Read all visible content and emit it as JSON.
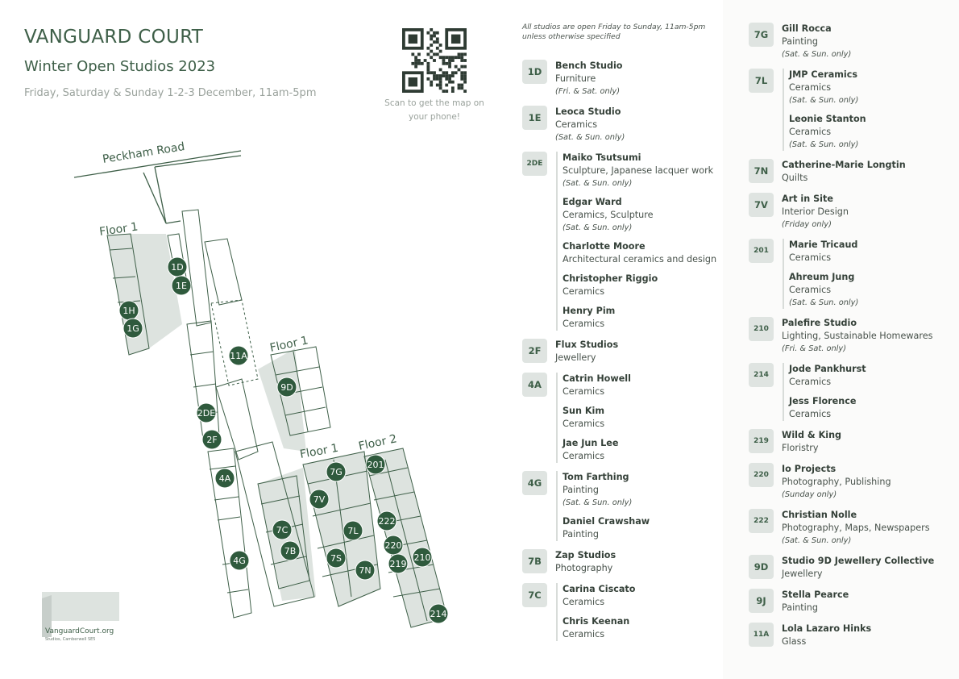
{
  "header": {
    "title": "VANGUARD COURT",
    "subtitle": "Winter Open Studios 2023",
    "dates": "Friday, Saturday & Sunday 1-2-3  December, 11am-5pm",
    "qr_caption": "Scan to get the map on your phone!"
  },
  "map": {
    "road_label": "Peckham Road",
    "floor_labels": [
      "Floor 1",
      "Floor 1",
      "Floor 1",
      "Floor 2"
    ],
    "pins": [
      "1D",
      "1E",
      "1H",
      "1G",
      "11A",
      "9D",
      "2DE",
      "2F",
      "4A",
      "4G",
      "7G",
      "7V",
      "7C",
      "7L",
      "7B",
      "7S",
      "7N",
      "201",
      "222",
      "220",
      "219",
      "210",
      "214"
    ],
    "logo_text": "VanguardCourt.org",
    "logo_subtext": "Studios, Camberwell SE5"
  },
  "listing": {
    "note": "All studios are open Friday to Sunday, 11am-5pm\nunless otherwise specified",
    "columns": [
      [
        {
          "code": "1D",
          "entries": [
            {
              "name": "Bench Studio",
              "desc": "Furniture",
              "avail": "(Fri. & Sat. only)"
            }
          ]
        },
        {
          "code": "1E",
          "entries": [
            {
              "name": "Leoca Studio",
              "desc": "Ceramics",
              "avail": "(Sat. & Sun. only)"
            }
          ]
        },
        {
          "code": "2DE",
          "entries": [
            {
              "name": "Maiko Tsutsumi",
              "desc": "Sculpture, Japanese lacquer work",
              "avail": "(Sat. & Sun. only)"
            },
            {
              "name": "Edgar Ward",
              "desc": "Ceramics, Sculpture",
              "avail": "(Sat. & Sun. only)"
            },
            {
              "name": "Charlotte Moore",
              "desc": "Architectural ceramics and design",
              "avail": ""
            },
            {
              "name": "Christopher Riggio",
              "desc": "Ceramics",
              "avail": ""
            },
            {
              "name": "Henry Pim",
              "desc": "Ceramics",
              "avail": ""
            }
          ]
        },
        {
          "code": "2F",
          "entries": [
            {
              "name": "Flux Studios",
              "desc": "Jewellery",
              "avail": ""
            }
          ]
        },
        {
          "code": "4A",
          "entries": [
            {
              "name": "Catrin Howell",
              "desc": "Ceramics",
              "avail": ""
            },
            {
              "name": "Sun Kim",
              "desc": "Ceramics",
              "avail": ""
            },
            {
              "name": "Jae Jun Lee",
              "desc": "Ceramics",
              "avail": ""
            }
          ]
        },
        {
          "code": "4G",
          "entries": [
            {
              "name": "Tom Farthing",
              "desc": "Painting",
              "avail": "(Sat. & Sun. only)"
            },
            {
              "name": "Daniel Crawshaw",
              "desc": "Painting",
              "avail": ""
            }
          ]
        },
        {
          "code": "7B",
          "entries": [
            {
              "name": "Zap Studios",
              "desc": "Photography",
              "avail": ""
            }
          ]
        },
        {
          "code": "7C",
          "entries": [
            {
              "name": "Carina Ciscato",
              "desc": "Ceramics",
              "avail": ""
            },
            {
              "name": "Chris Keenan",
              "desc": "Ceramics",
              "avail": ""
            }
          ]
        }
      ],
      [
        {
          "code": "7G",
          "entries": [
            {
              "name": "Gill Rocca",
              "desc": "Painting",
              "avail": "(Sat. & Sun. only)"
            }
          ]
        },
        {
          "code": "7L",
          "entries": [
            {
              "name": "JMP Ceramics",
              "desc": "Ceramics",
              "avail": "(Sat. & Sun. only)"
            },
            {
              "name": "Leonie Stanton",
              "desc": "Ceramics",
              "avail": "(Sat. & Sun. only)"
            }
          ]
        },
        {
          "code": "7N",
          "entries": [
            {
              "name": "Catherine-Marie Longtin",
              "desc": "Quilts",
              "avail": ""
            }
          ]
        },
        {
          "code": "7V",
          "entries": [
            {
              "name": "Art in Site",
              "desc": "Interior Design",
              "avail": "(Friday only)"
            }
          ]
        },
        {
          "code": "201",
          "entries": [
            {
              "name": "Marie Tricaud",
              "desc": "Ceramics",
              "avail": ""
            },
            {
              "name": "Ahreum Jung",
              "desc": "Ceramics",
              "avail": "(Sat. & Sun. only)"
            }
          ]
        },
        {
          "code": "210",
          "entries": [
            {
              "name": "Palefire Studio",
              "desc": "Lighting, Sustainable Homewares",
              "avail": "(Fri. & Sat. only)"
            }
          ]
        },
        {
          "code": "214",
          "entries": [
            {
              "name": "Jode Pankhurst",
              "desc": "Ceramics",
              "avail": ""
            },
            {
              "name": "Jess Florence",
              "desc": "Ceramics",
              "avail": ""
            }
          ]
        },
        {
          "code": "219",
          "entries": [
            {
              "name": "Wild & King",
              "desc": "Floristry",
              "avail": ""
            }
          ]
        },
        {
          "code": "220",
          "entries": [
            {
              "name": "Io Projects",
              "desc": "Photography, Publishing",
              "avail": "(Sunday only)"
            }
          ]
        },
        {
          "code": "222",
          "entries": [
            {
              "name": "Christian Nolle",
              "desc": "Photography, Maps, Newspapers",
              "avail": "(Sat. & Sun. only)"
            }
          ]
        },
        {
          "code": "9D",
          "entries": [
            {
              "name": "Studio 9D Jewellery Collective",
              "desc": "Jewellery",
              "avail": ""
            }
          ]
        },
        {
          "code": "9J",
          "entries": [
            {
              "name": "Stella Pearce",
              "desc": "Painting",
              "avail": ""
            }
          ]
        },
        {
          "code": "11A",
          "entries": [
            {
              "name": "Lola Lazaro Hinks",
              "desc": "Glass",
              "avail": ""
            }
          ]
        }
      ]
    ]
  },
  "colors": {
    "pin": "#2f5a3d",
    "building_fill": "#d9dfdb",
    "line": "#3e5f48",
    "code_bg": "#dfe4e1"
  }
}
